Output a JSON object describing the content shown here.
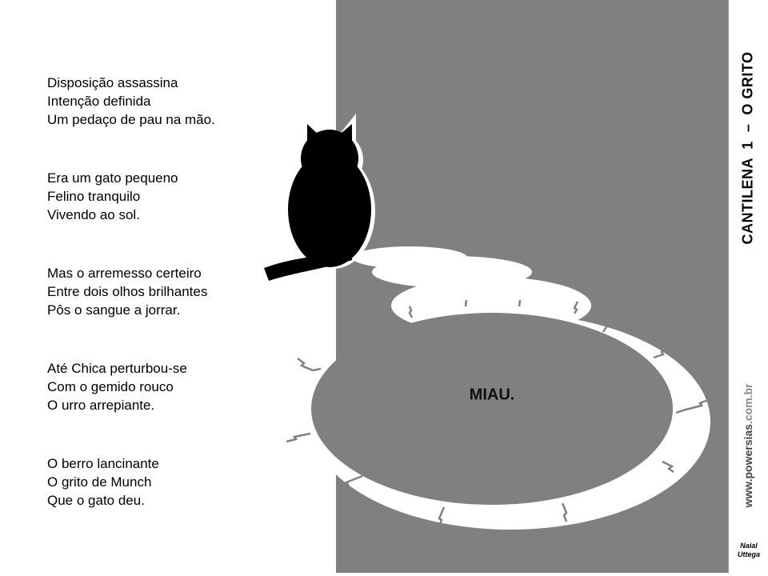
{
  "poem": {
    "stanzas": [
      [
        "Disposição assassina",
        "Intenção definida",
        "Um pedaço de pau na mão."
      ],
      [
        "Era um gato pequeno",
        "Felino tranquilo",
        "Vivendo ao sol."
      ],
      [
        "Mas o arremesso certeiro",
        "Entre dois olhos brilhantes",
        "Pôs o sangue a jorrar."
      ],
      [
        "Até Chica perturbou-se",
        "Com o gemido rouco",
        "O urro arrepiante."
      ],
      [
        "O berro lancinante",
        "O grito de Munch",
        "Que o gato deu."
      ]
    ]
  },
  "illustration": {
    "sound_text": "MIAU."
  },
  "title": "CANTILENA  1  –  O GRITO",
  "site": {
    "www": "www.",
    "name": "powersias",
    "domain": ".com.br"
  },
  "author": {
    "line1": "Naial",
    "line2": "Uttega"
  },
  "colors": {
    "panel": "#808080",
    "cat": "#000000"
  }
}
